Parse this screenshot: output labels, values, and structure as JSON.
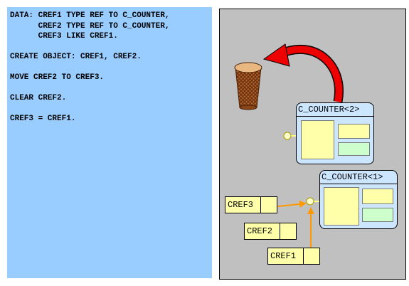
{
  "code_lines": [
    "DATA: CREF1 TYPE REF TO C_COUNTER,",
    "      CREF2 TYPE REF TO C_COUNTER,",
    "      CREF3 LIKE CREF1.",
    "",
    "CREATE OBJECT: CREF1, CREF2.",
    "",
    "MOVE CREF2 TO CREF3.",
    "",
    "CLEAR CREF2.",
    "",
    "CREF3 = CREF1."
  ],
  "diagram": {
    "object_garbage_title": "C_COUNTER<2>",
    "object_live_title": "C_COUNTER<1>",
    "ref_labels": {
      "cref1": "CREF1",
      "cref2": "CREF2",
      "cref3": "CREF3"
    },
    "icons": {
      "bin": "wastebasket-icon",
      "arrow": "curved-arrow-icon"
    },
    "colors": {
      "code_bg": "#99ccff",
      "canvas_bg": "#c0c0c0",
      "object_bg": "#cce6ff",
      "attr_yellow": "#ffffaa",
      "attr_green": "#ccffcc",
      "reference_arrow": "#ff9900",
      "garbage_arrow": "#ee0000",
      "basket": "#b0602a"
    }
  }
}
